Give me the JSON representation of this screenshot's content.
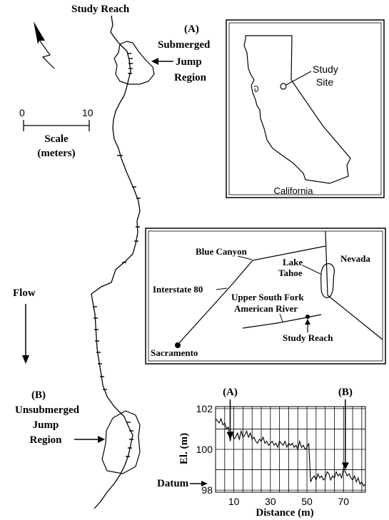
{
  "labels": {
    "study_reach_top": "Study Reach",
    "panel_a": "(A)",
    "submerged_1": "Submerged",
    "submerged_2": "Jump",
    "submerged_3": "Region",
    "panel_b": "(B)",
    "unsubmerged_1": "Unsubmerged",
    "unsubmerged_2": "Jump",
    "unsubmerged_3": "Region",
    "scale_title_1": "Scale",
    "scale_title_2": "(meters)",
    "flow": "Flow",
    "datum": "Datum"
  },
  "scale_bar": {
    "min": "0",
    "max": "10"
  },
  "california_inset": {
    "caption": "California",
    "site_label_1": "Study",
    "site_label_2": "Site"
  },
  "region_inset": {
    "blue_canyon": "Blue Canyon",
    "lake_1": "Lake",
    "lake_2": "Tahoe",
    "nevada": "Nevada",
    "interstate": "Interstate 80",
    "river_1": "Upper South Fork",
    "river_2": "American River",
    "study_reach": "Study Reach",
    "sacramento": "Sacramento"
  },
  "chart_data": {
    "type": "line",
    "xlabel": "Distance (m)",
    "ylabel": "El. (m)",
    "xlim": [
      0,
      82
    ],
    "ylim": [
      97.9,
      102.1
    ],
    "xticks": [
      10,
      30,
      50,
      70
    ],
    "yticks": [
      98,
      100,
      102
    ],
    "grid": true,
    "annotations": [
      {
        "text": "(A)",
        "x": 8
      },
      {
        "text": "(B)",
        "x": 71
      }
    ],
    "series": [
      {
        "x": [
          0,
          1,
          2,
          3,
          4,
          5,
          6,
          7,
          8,
          9,
          10,
          11,
          12,
          13,
          14,
          15,
          16,
          17,
          18,
          19,
          20,
          21,
          22,
          23,
          24,
          25,
          26,
          27,
          28,
          29,
          30,
          31,
          32,
          33,
          34,
          35,
          36,
          37,
          38,
          39,
          40,
          41,
          42,
          43,
          44,
          45,
          46,
          47,
          48,
          49,
          50,
          51,
          52,
          53,
          54,
          55,
          56,
          57,
          58,
          59,
          60,
          61,
          62,
          63,
          64,
          65,
          66,
          67,
          68,
          69,
          70,
          71,
          72,
          73,
          74,
          75,
          76,
          77,
          78,
          79,
          80,
          81,
          82
        ],
        "y": [
          101.5,
          101.4,
          101.3,
          101.5,
          101.2,
          101.3,
          101.0,
          101.1,
          100.4,
          100.9,
          100.5,
          100.6,
          100.8,
          100.5,
          100.9,
          100.6,
          100.7,
          100.9,
          100.6,
          100.8,
          100.5,
          100.6,
          100.4,
          100.3,
          100.5,
          100.4,
          100.6,
          100.3,
          100.4,
          100.2,
          100.3,
          100.4,
          100.2,
          100.3,
          100.1,
          100.4,
          100.3,
          100.2,
          100.4,
          100.1,
          100.3,
          100.2,
          100.3,
          100.1,
          100.2,
          100.0,
          100.4,
          100.1,
          100.2,
          100.0,
          100.1,
          100.3,
          98.4,
          98.6,
          98.7,
          98.5,
          98.8,
          98.6,
          98.7,
          98.5,
          98.6,
          98.9,
          98.8,
          98.5,
          98.7,
          98.6,
          98.9,
          98.7,
          98.8,
          98.6,
          99.1,
          98.9,
          98.7,
          98.8,
          98.6,
          98.5,
          98.7,
          98.4,
          98.6,
          98.3,
          98.4,
          98.2,
          98.3
        ]
      }
    ]
  }
}
